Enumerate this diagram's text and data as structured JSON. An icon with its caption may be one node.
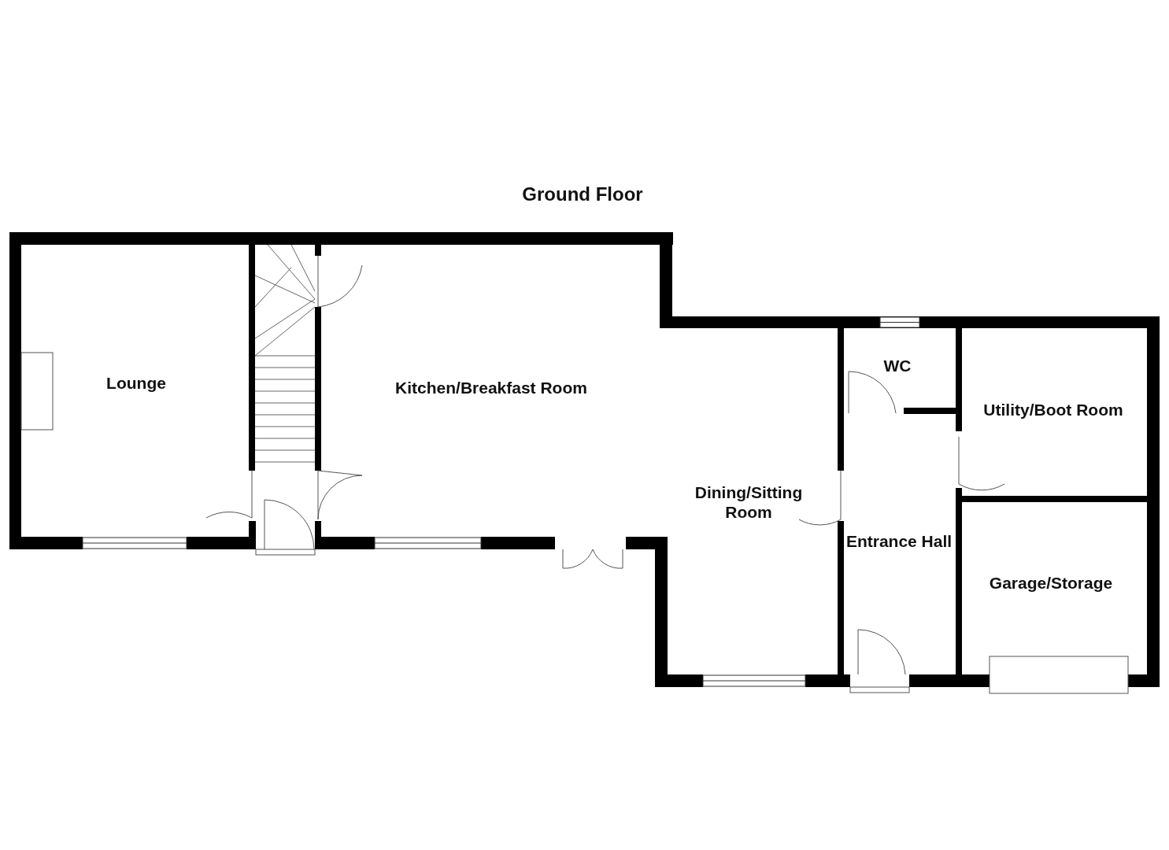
{
  "diagram": {
    "title": "Ground Floor",
    "nodes": [
      {
        "text": [
          "Lounge"
        ]
      },
      {
        "text": [
          "Kitchen/Breakfast Room"
        ]
      },
      {
        "text": [
          "WC"
        ]
      },
      {
        "text": [
          "Utility/Boot Room"
        ]
      },
      {
        "text": [
          "Dining/Sitting Room"
        ]
      },
      {
        "text": [
          "Entrance Hall"
        ]
      },
      {
        "text": [
          "Garage/Storage"
        ]
      }
    ]
  }
}
